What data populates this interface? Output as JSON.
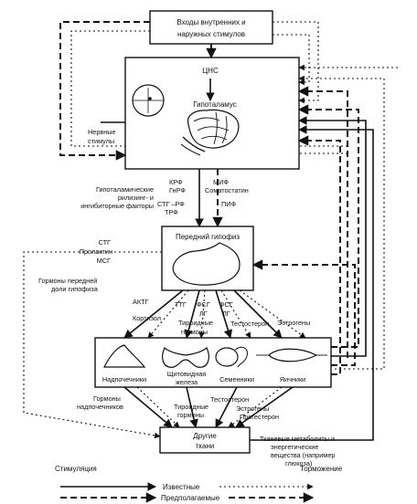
{
  "boxes": {
    "inputs_line1": "Входы внутренних и",
    "inputs_line2": "наружных стимулов",
    "cns": "ЦНС",
    "hypothalamus": "Гипоталамус",
    "nerve_stimuli_line1": "Нервные",
    "nerve_stimuli_line2": "стимулы",
    "anterior_pituitary": "Передний гипофиз",
    "other_tissues_line1": "Другие",
    "other_tissues_line2": "ткани"
  },
  "hypothalamic_factors": {
    "label_line1": "Гипоталамические",
    "label_line2": "рилизинг- и",
    "label_line3": "ингибиторные факторы",
    "left_col": [
      "КРФ",
      "ГнРФ",
      "СТГ –РФ",
      "ТРФ"
    ],
    "right_col": [
      "МИФ",
      "Соматостатин",
      "ПИФ"
    ]
  },
  "pituitary_hormones": {
    "list": [
      "СТГ",
      "Пролактин",
      "МСГ"
    ],
    "caption_line1": "Гормоны передней",
    "caption_line2": "доли гипофиза",
    "tropic": [
      "АКТГ",
      "ТТГ",
      "ФСГ",
      "ЛГ",
      "ФСГ",
      "ЛГ"
    ]
  },
  "gland_hormones": [
    "Кортизол",
    "Тироидные",
    "гормоны",
    "Тестостерон",
    "Эстрогены"
  ],
  "glands": [
    "Надпочечники",
    "Щитовидная",
    "железа",
    "Семенники",
    "Яичники"
  ],
  "lower_labels": {
    "adrenal_hormones_line1": "Гормоны",
    "adrenal_hormones_line2": "надпочечников",
    "thyroid_hormones_line1": "Тироидные",
    "thyroid_hormones_line2": "гормоны",
    "testosterone": "Тестостерон",
    "estrogens": "Эстрогены",
    "progesterone": "Прогестерон",
    "metabolites_line1": "Тканевые метаболиты и",
    "metabolites_line2": "энергетические",
    "metabolites_line3": "вещества (например",
    "metabolites_line4": "глюкоза)"
  },
  "legend": {
    "stimulation": "Стимуляция",
    "inhibition": "Торможение",
    "known": "Известные",
    "presumed": "Предполагаемые"
  }
}
